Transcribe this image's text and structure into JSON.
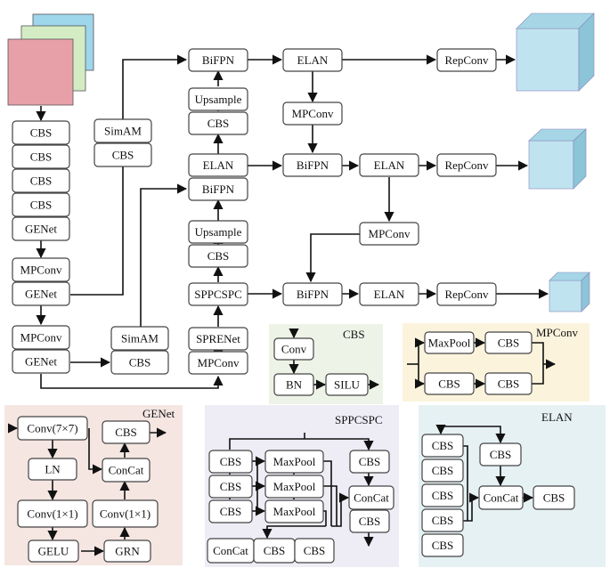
{
  "colors": {
    "panel_cbs": "#eef3e8",
    "panel_mpconv": "#fbf3dc",
    "panel_genet": "#f5e6e2",
    "panel_sppcspc": "#eeecf5",
    "panel_elan": "#e6f1f4",
    "input_layer_1": "#9ed6ec",
    "input_layer_2": "#d3ecc4",
    "input_layer_3": "#e8a0a8",
    "output_cube": "#bfe3ef"
  },
  "panels": {
    "cbs": "CBS",
    "mpconv": "MPConv",
    "genet": "GENet",
    "sppcspc": "SPPCSPC",
    "elan": "ELAN"
  },
  "backbone": [
    "CBS",
    "CBS",
    "CBS",
    "CBS",
    "GENet",
    "MPConv",
    "GENet",
    "MPConv",
    "GENet"
  ],
  "neck": {
    "simam_a": "SimAM",
    "simam_a_cbs": "CBS",
    "simam_b": "SimAM",
    "simam_b_cbs": "CBS",
    "bifpn_top": "BiFPN",
    "upsample_top": "Upsample",
    "cbs_top": "CBS",
    "elan_mid": "ELAN",
    "bifpn_mid": "BiFPN",
    "upsample_low": "Upsample",
    "cbs_low": "CBS",
    "sppcspc": "SPPCSPC",
    "sprenet": "SPRENet",
    "mpconv_low": "MPConv"
  },
  "head": {
    "elan_1": "ELAN",
    "repconv_1": "RepConv",
    "mpconv_1": "MPConv",
    "bifpn_2": "BiFPN",
    "elan_2": "ELAN",
    "repconv_2": "RepConv",
    "mpconv_2": "MPConv",
    "bifpn_3": "BiFPN",
    "elan_3": "ELAN",
    "repconv_3": "RepConv"
  },
  "cbs_block": {
    "conv": "Conv",
    "bn": "BN",
    "silu": "SILU"
  },
  "mpconv_block": {
    "maxpool": "MaxPool",
    "cbs_a": "CBS",
    "cbs_b": "CBS",
    "cbs_c": "CBS"
  },
  "genet_block": {
    "conv7": "Conv(7×7)",
    "ln": "LN",
    "conv1a": "Conv(1×1)",
    "gelu": "GELU",
    "grn": "GRN",
    "conv1b": "Conv(1×1)",
    "concat": "ConCat",
    "cbs": "CBS"
  },
  "sppcspc_block": {
    "cbs_l1": "CBS",
    "cbs_l2": "CBS",
    "cbs_l3": "CBS",
    "maxpool_1": "MaxPool",
    "maxpool_2": "MaxPool",
    "maxpool_3": "MaxPool",
    "cbs_r1": "CBS",
    "concat_r": "ConCat",
    "cbs_r2": "CBS",
    "concat_b": "ConCat",
    "cbs_b1": "CBS",
    "cbs_b2": "CBS"
  },
  "elan_block": {
    "cbs_1": "CBS",
    "cbs_2": "CBS",
    "cbs_3": "CBS",
    "cbs_4": "CBS",
    "cbs_5": "CBS",
    "cbs_top": "CBS",
    "concat": "ConCat",
    "cbs_out": "CBS"
  }
}
